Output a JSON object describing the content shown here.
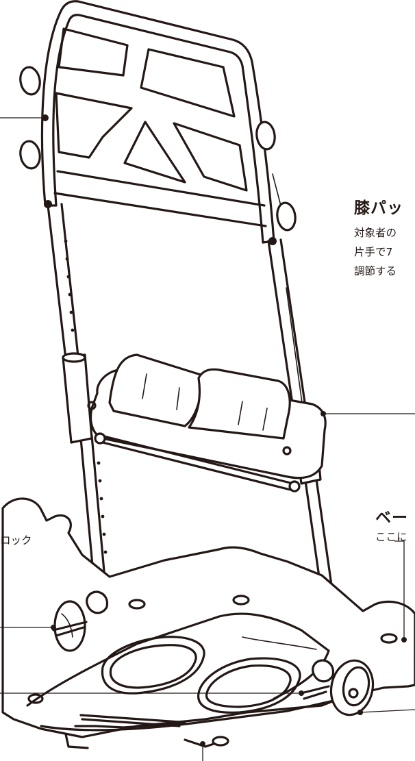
{
  "labels": {
    "knee_pad": {
      "title": "膝パッ",
      "lines": [
        "対象者の",
        "片手で7",
        "調節する"
      ]
    },
    "base": {
      "title": "ベー",
      "line": "ここに"
    },
    "lock": "ロック"
  },
  "colors": {
    "ink": "#231815",
    "background": "#ffffff"
  }
}
